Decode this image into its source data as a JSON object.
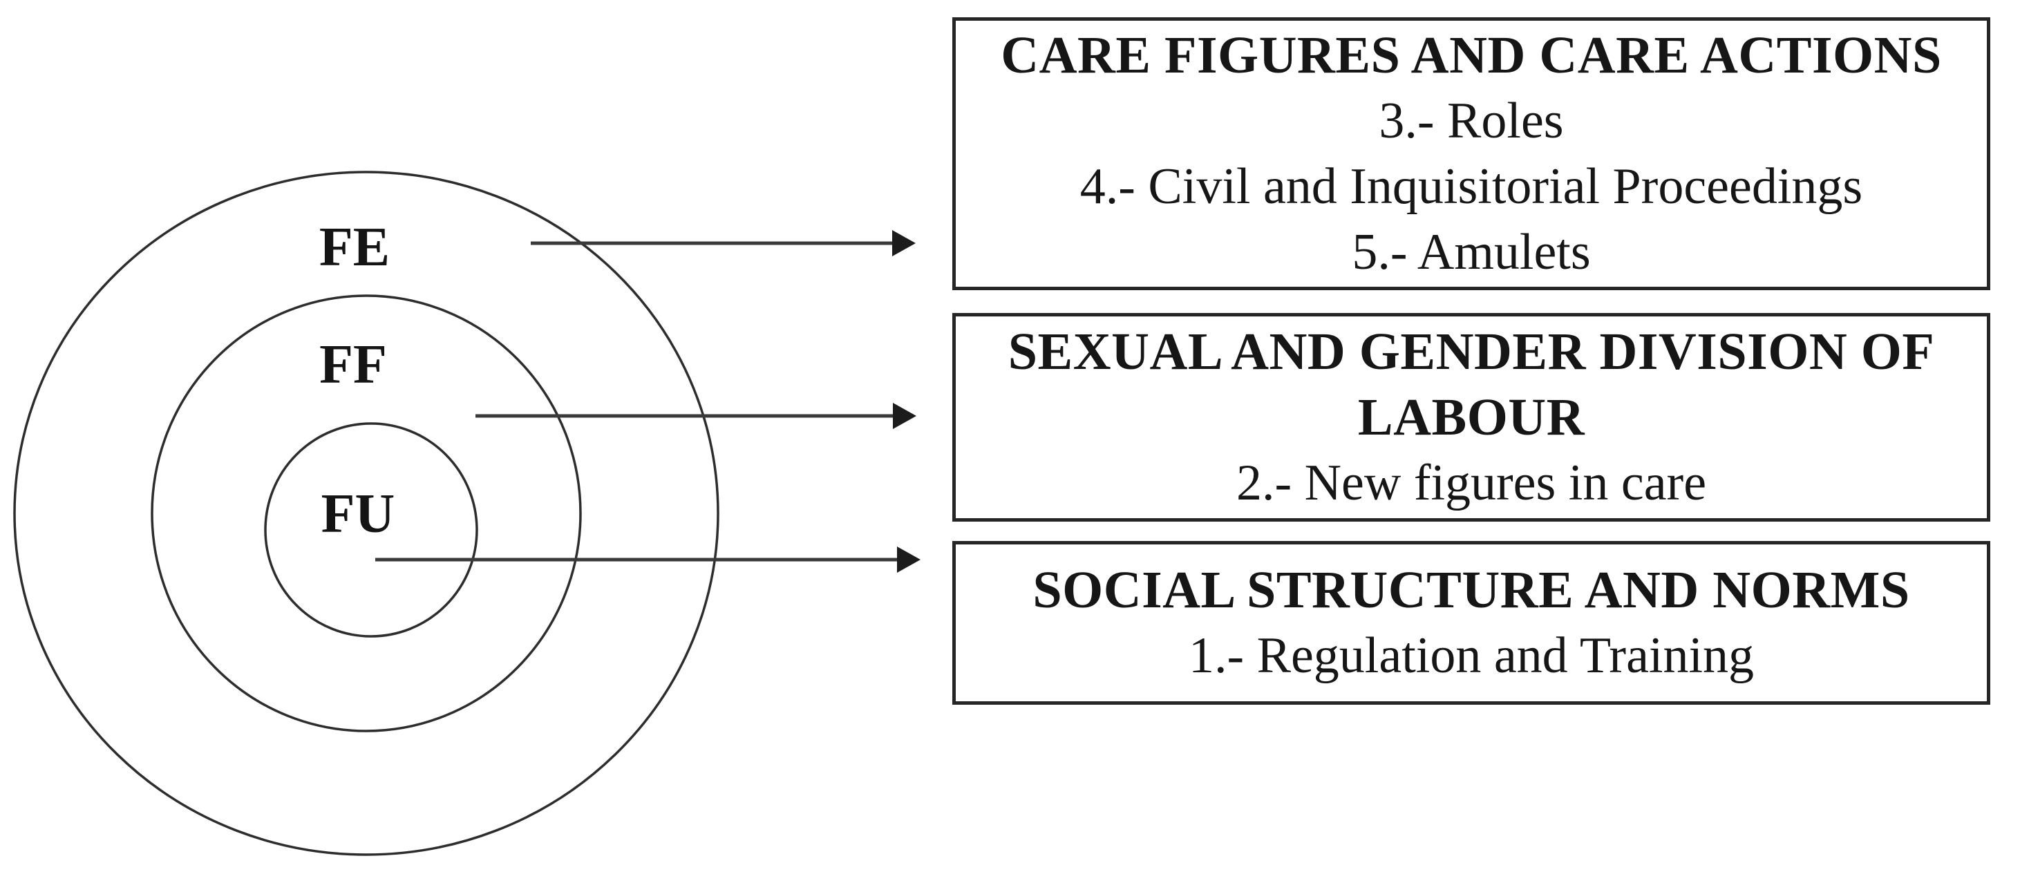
{
  "figure": {
    "colors": {
      "ink": "#161616",
      "line": "#2d2d2d",
      "background": "#ffffff"
    },
    "venn": {
      "outer_label": "FE",
      "middle_label": "FF",
      "inner_label": "FU"
    },
    "boxes": [
      {
        "title": "CARE FIGURES AND CARE ACTIONS",
        "lines": [
          "3.- Roles",
          "4.- Civil and Inquisitorial Proceedings",
          "5.- Amulets"
        ]
      },
      {
        "title": "SEXUAL AND GENDER DIVISION OF LABOUR",
        "lines": [
          "2.- New figures in care"
        ]
      },
      {
        "title": "SOCIAL STRUCTURE AND NORMS",
        "lines": [
          "1.- Regulation and Training"
        ]
      }
    ]
  }
}
